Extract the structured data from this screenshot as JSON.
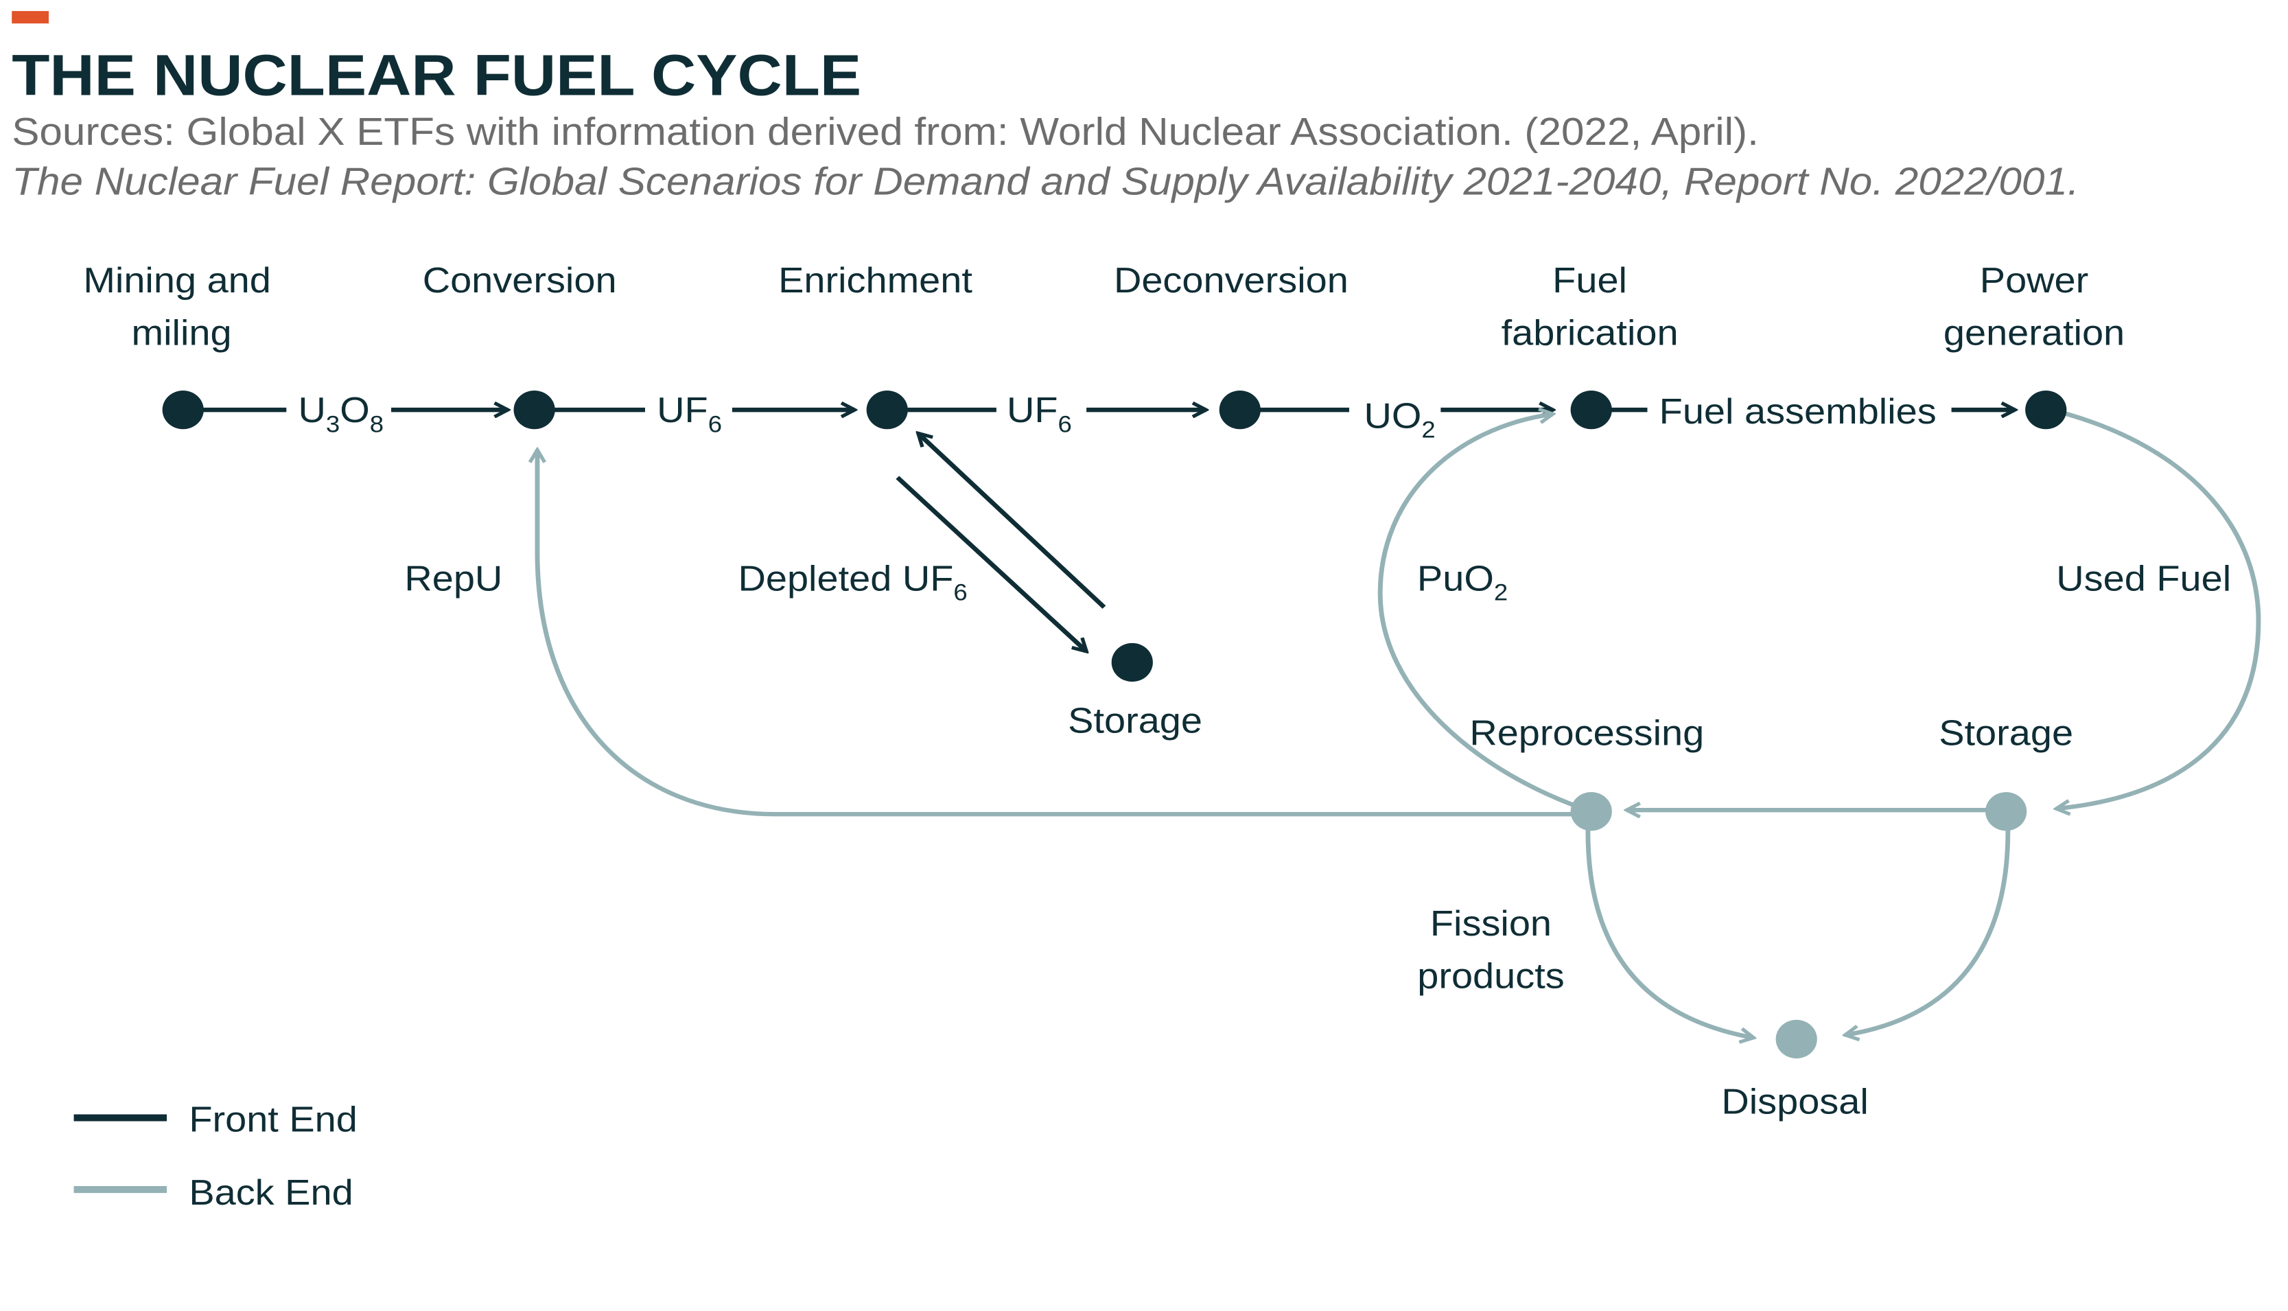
{
  "title": "THE NUCLEAR FUEL CYCLE",
  "source_line1": "Sources: Global X ETFs with information derived from: World Nuclear Association. (2022, April).",
  "source_line2": "The Nuclear Fuel Report: Global Scenarios for Demand and Supply Availability 2021-2040, Report No. 2022/001.",
  "colors": {
    "accent": "#e2542a",
    "front_end": "#0f2d35",
    "back_end": "#94b2b5",
    "source_text": "#6d6d6d"
  },
  "stages": {
    "mining": [
      "Mining and",
      "miling"
    ],
    "conversion": "Conversion",
    "enrichment": "Enrichment",
    "deconversion": "Deconversion",
    "fabrication": [
      "Fuel",
      "fabrication"
    ],
    "power": [
      "Power",
      "generation"
    ]
  },
  "flows": {
    "u3o8": {
      "a": "U",
      "a_sub": "3",
      "b": "O",
      "b_sub": "8"
    },
    "uf6_1": {
      "main": "UF",
      "sub": "6"
    },
    "uf6_2": {
      "main": "UF",
      "sub": "6"
    },
    "uo2": {
      "main": "UO",
      "sub": "2"
    },
    "fuel_assemblies": "Fuel assemblies",
    "repu": "RepU",
    "depleted": {
      "main": "Depleted UF",
      "sub": "6"
    },
    "puo2": {
      "main": "PuO",
      "sub": "2"
    },
    "used_fuel": "Used Fuel",
    "fission": [
      "Fission",
      "products"
    ]
  },
  "nodes": {
    "enrich_storage": "Storage",
    "reprocessing": "Reprocessing",
    "back_storage": "Storage",
    "disposal": "Disposal"
  },
  "legend": {
    "front": "Front End",
    "back": "Back End"
  }
}
